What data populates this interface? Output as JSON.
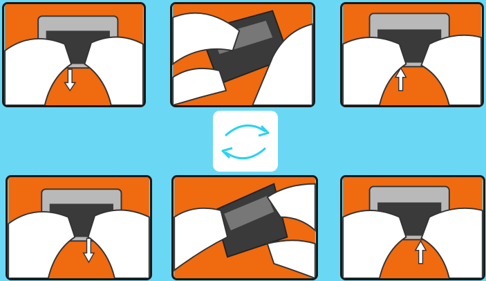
{
  "colors": {
    "background": "#6ad8f4",
    "panel_orange": "#f06a10",
    "panel_border": "#1a1a1a",
    "hand": "#ffffff",
    "hand_outline": "#333333",
    "brick_gray": "#b9b9b9",
    "brick_dark": "#3a3a3a",
    "cycle_arrow": "#27d3ee"
  },
  "panels": [
    {
      "step": 1,
      "action": "pull-down",
      "arrow": "down-arrow"
    },
    {
      "step": 2,
      "action": "tilt-forward"
    },
    {
      "step": 3,
      "action": "push-up",
      "arrow": "up-arrow"
    },
    {
      "step": 4,
      "action": "pull-down",
      "arrow": "down-arrow"
    },
    {
      "step": 5,
      "action": "tilt-forward"
    },
    {
      "step": 6,
      "action": "push-up",
      "arrow": "up-arrow"
    }
  ],
  "cycle_icon": "rotate-cycle-icon"
}
